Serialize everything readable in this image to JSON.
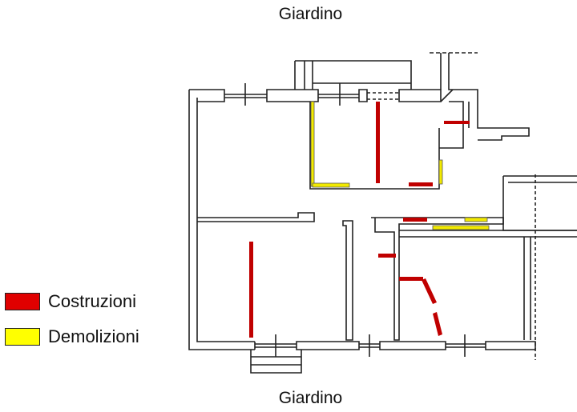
{
  "labels": {
    "top": "Giardino",
    "bottom": "Giardino"
  },
  "legend": {
    "items": [
      {
        "label": "Costruzioni",
        "color": "#e00000"
      },
      {
        "label": "Demolizioni",
        "color": "#ffff00"
      }
    ]
  },
  "colors": {
    "wall": "#222222",
    "construction": "#c00000",
    "demolition": "#f2ea00"
  }
}
